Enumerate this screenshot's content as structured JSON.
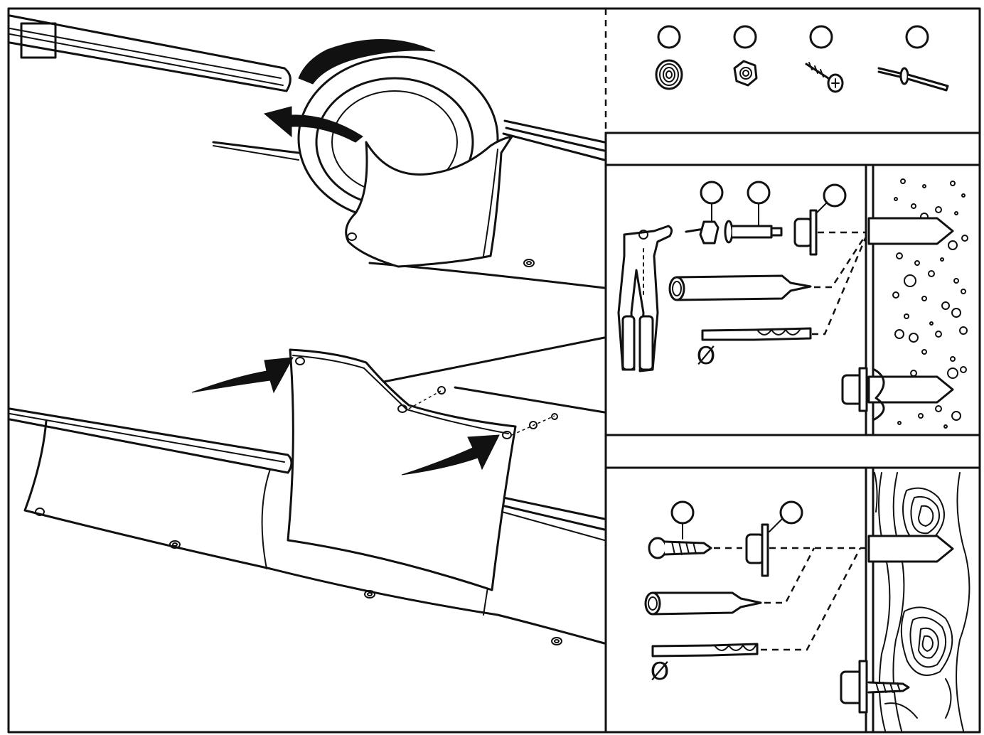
{
  "figure": {
    "step_box_label": "",
    "callouts": {
      "top_parts": [
        "",
        "",
        "",
        ""
      ],
      "concrete": [
        "",
        "",
        ""
      ],
      "wood": [
        "",
        ""
      ]
    },
    "hardware": [
      {
        "name": "spring-washer",
        "icon": "spring-washer-icon"
      },
      {
        "name": "lock-nut",
        "icon": "lock-nut-icon"
      },
      {
        "name": "screw",
        "icon": "screw-icon"
      },
      {
        "name": "blind-rivet",
        "icon": "rivet-icon"
      }
    ],
    "drill_symbol_concrete": "Ø",
    "drill_symbol_wood": "Ø",
    "colors": {
      "ink": "#111111",
      "paper": "#ffffff"
    }
  }
}
